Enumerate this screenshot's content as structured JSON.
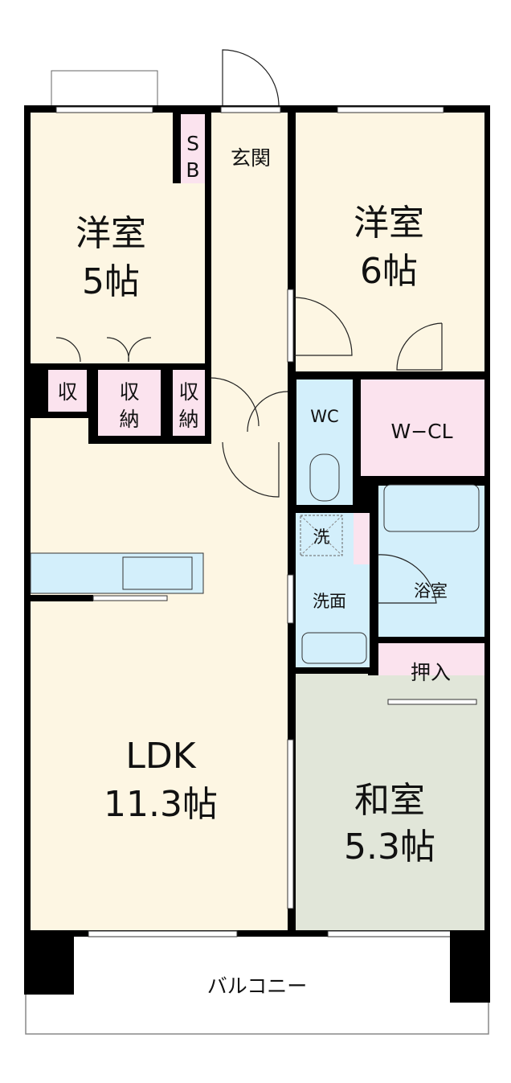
{
  "colors": {
    "cream": "#fdf6e3",
    "pink": "#fbe3ee",
    "blue": "#d3effb",
    "tatami": "#e1e6d9",
    "wall": "#000000"
  },
  "rooms": {
    "western5": {
      "name": "洋室",
      "size": "5帖"
    },
    "western6": {
      "name": "洋室",
      "size": "6帖"
    },
    "ldk": {
      "name": "LDK",
      "size": "11.3帖"
    },
    "japanese": {
      "name": "和室",
      "size": "5.3帖"
    },
    "entrance": "玄関",
    "shoebox_s": "S",
    "shoebox_b": "B",
    "storage_small": "収",
    "storage1": [
      "収",
      "納"
    ],
    "storage2": [
      "収",
      "納"
    ],
    "wc": "WC",
    "wcl": "W−CL",
    "washer": "洗",
    "washroom": "洗面",
    "bath": "浴室",
    "closet": "押入",
    "balcony": "バルコニー"
  }
}
